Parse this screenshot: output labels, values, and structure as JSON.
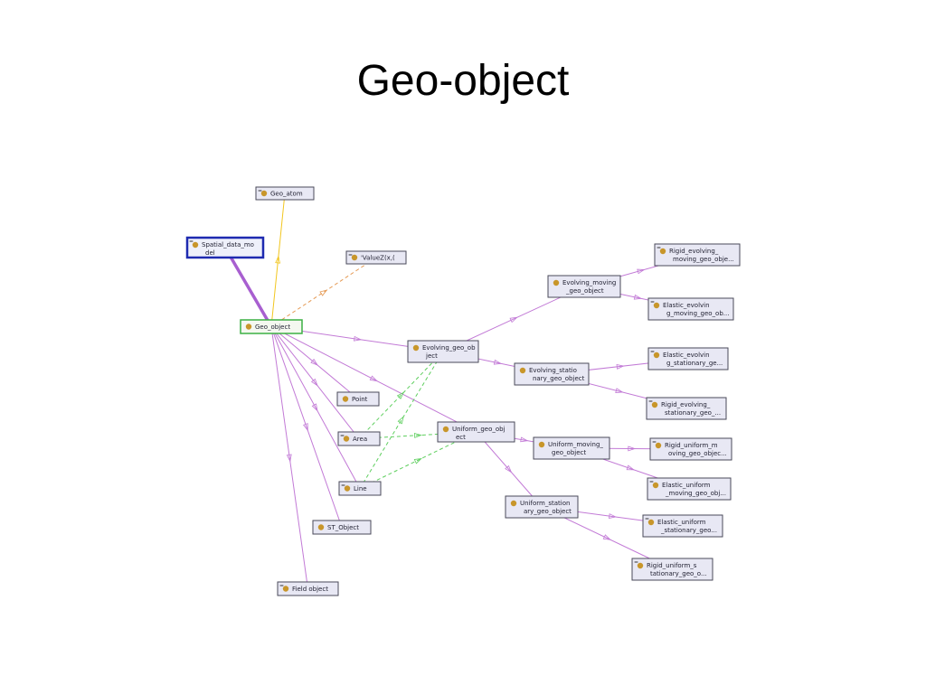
{
  "title": "Geo-object",
  "nodes": {
    "geo_atom": {
      "lines": [
        "Geo_atom"
      ],
      "marker": "="
    },
    "spatial_data_model": {
      "lines": [
        "Spatial_data_mo",
        "del"
      ],
      "marker": "="
    },
    "valuez": {
      "lines": [
        "'ValueZ(x,(",
        ""
      ],
      "marker": "="
    },
    "geo_object": {
      "lines": [
        "Geo_object"
      ],
      "marker": ""
    },
    "evolving_geo_object": {
      "lines": [
        "Evolving_geo_ob",
        "ject"
      ],
      "marker": ""
    },
    "evolving_moving_geo_object": {
      "lines": [
        "Evolving_moving",
        "_geo_object"
      ],
      "marker": ""
    },
    "rigid_evolving_moving": {
      "lines": [
        "Rigid_evolving_",
        "moving_geo_obje..."
      ],
      "marker": "="
    },
    "elastic_evolving_moving": {
      "lines": [
        "Elastic_evolvin",
        "g_moving_geo_ob..."
      ],
      "marker": "="
    },
    "evolving_stationary_geo_object": {
      "lines": [
        "Evolving_statio",
        "nary_geo_object"
      ],
      "marker": ""
    },
    "elastic_evolving_stationary": {
      "lines": [
        "Elastic_evolvin",
        "g_stationary_ge..."
      ],
      "marker": "="
    },
    "rigid_evolving_stationary": {
      "lines": [
        "Rigid_evolving_",
        "stationary_geo_..."
      ],
      "marker": "="
    },
    "point": {
      "lines": [
        "Point"
      ],
      "marker": ""
    },
    "area": {
      "lines": [
        "Area"
      ],
      "marker": "="
    },
    "line": {
      "lines": [
        "Line"
      ],
      "marker": "="
    },
    "uniform_geo_object": {
      "lines": [
        "Uniform_geo_obj",
        "ect"
      ],
      "marker": ""
    },
    "uniform_moving_geo_object": {
      "lines": [
        "Uniform_moving_",
        "geo_object"
      ],
      "marker": ""
    },
    "rigid_uniform_moving": {
      "lines": [
        "Rigid_uniform_m",
        "oving_geo_objec..."
      ],
      "marker": "="
    },
    "elastic_uniform_moving": {
      "lines": [
        "Elastic_uniform",
        "_moving_geo_obj..."
      ],
      "marker": "="
    },
    "uniform_stationary_geo_object": {
      "lines": [
        "Uniform_station",
        "ary_geo_object"
      ],
      "marker": ""
    },
    "elastic_uniform_stationary": {
      "lines": [
        "Elastic_uniform",
        "_stationary_geo..."
      ],
      "marker": "="
    },
    "rigid_uniform_stationary": {
      "lines": [
        "Rigid_uniform_s",
        "tationary_geo_o..."
      ],
      "marker": "="
    },
    "st_object": {
      "lines": [
        "ST_Object"
      ],
      "marker": ""
    },
    "field_object": {
      "lines": [
        "Field object"
      ],
      "marker": "="
    }
  },
  "colors": {
    "subclass_edge": "#c27ad6",
    "green_edge": "#5fcf5f",
    "orange_edge": "#e59a55",
    "yellow_edge": "#f2c61f",
    "selected_border": "#1e2ab0",
    "focus_border": "#3cb043",
    "node_dot": "#c8962a"
  }
}
